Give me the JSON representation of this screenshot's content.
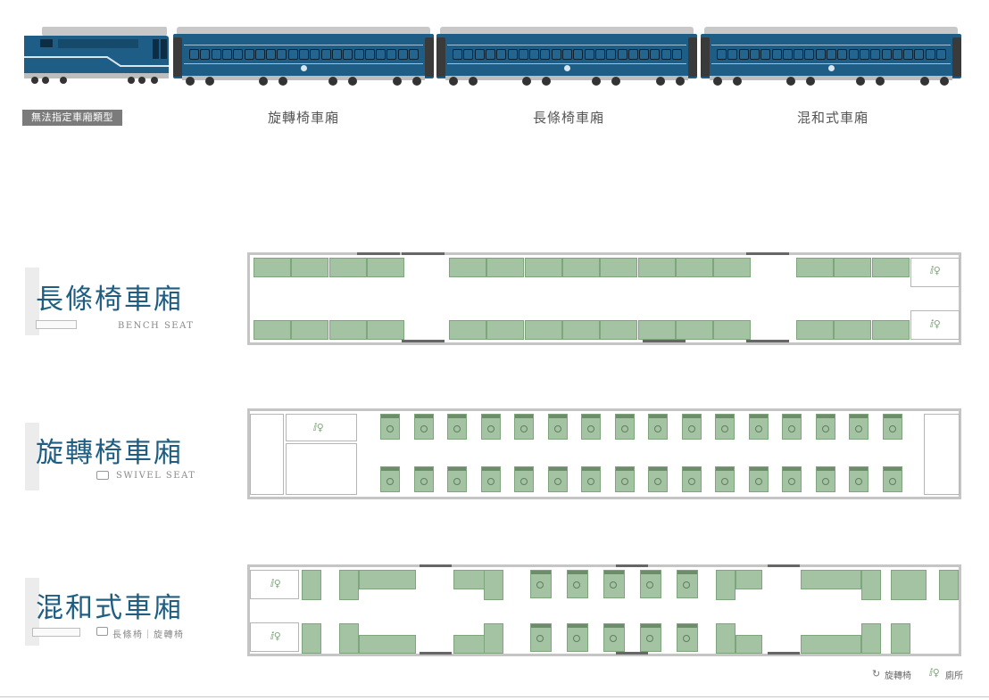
{
  "train": {
    "no_assign_label": "無法指定車廂類型",
    "cars": [
      {
        "label": "旋轉椅車廂"
      },
      {
        "label": "長條椅車廂"
      },
      {
        "label": "混和式車廂"
      }
    ]
  },
  "sections": {
    "bench": {
      "title": "長條椅車廂",
      "subtitle": "BENCH SEAT"
    },
    "swivel": {
      "title": "旋轉椅車廂",
      "subtitle": "SWIVEL SEAT"
    },
    "mixed": {
      "title": "混和式車廂",
      "subtitle": "長條椅｜旋轉椅"
    }
  },
  "legend": {
    "swivel_label": "旋轉椅",
    "toilet_label": "廁所"
  },
  "colors": {
    "train_blue": "#1d5d86",
    "seat_green": "#a4c3a2",
    "title_blue": "#1f5e82"
  },
  "icons": {
    "toilet": "toilet-icon",
    "swivel": "rotate-icon"
  }
}
